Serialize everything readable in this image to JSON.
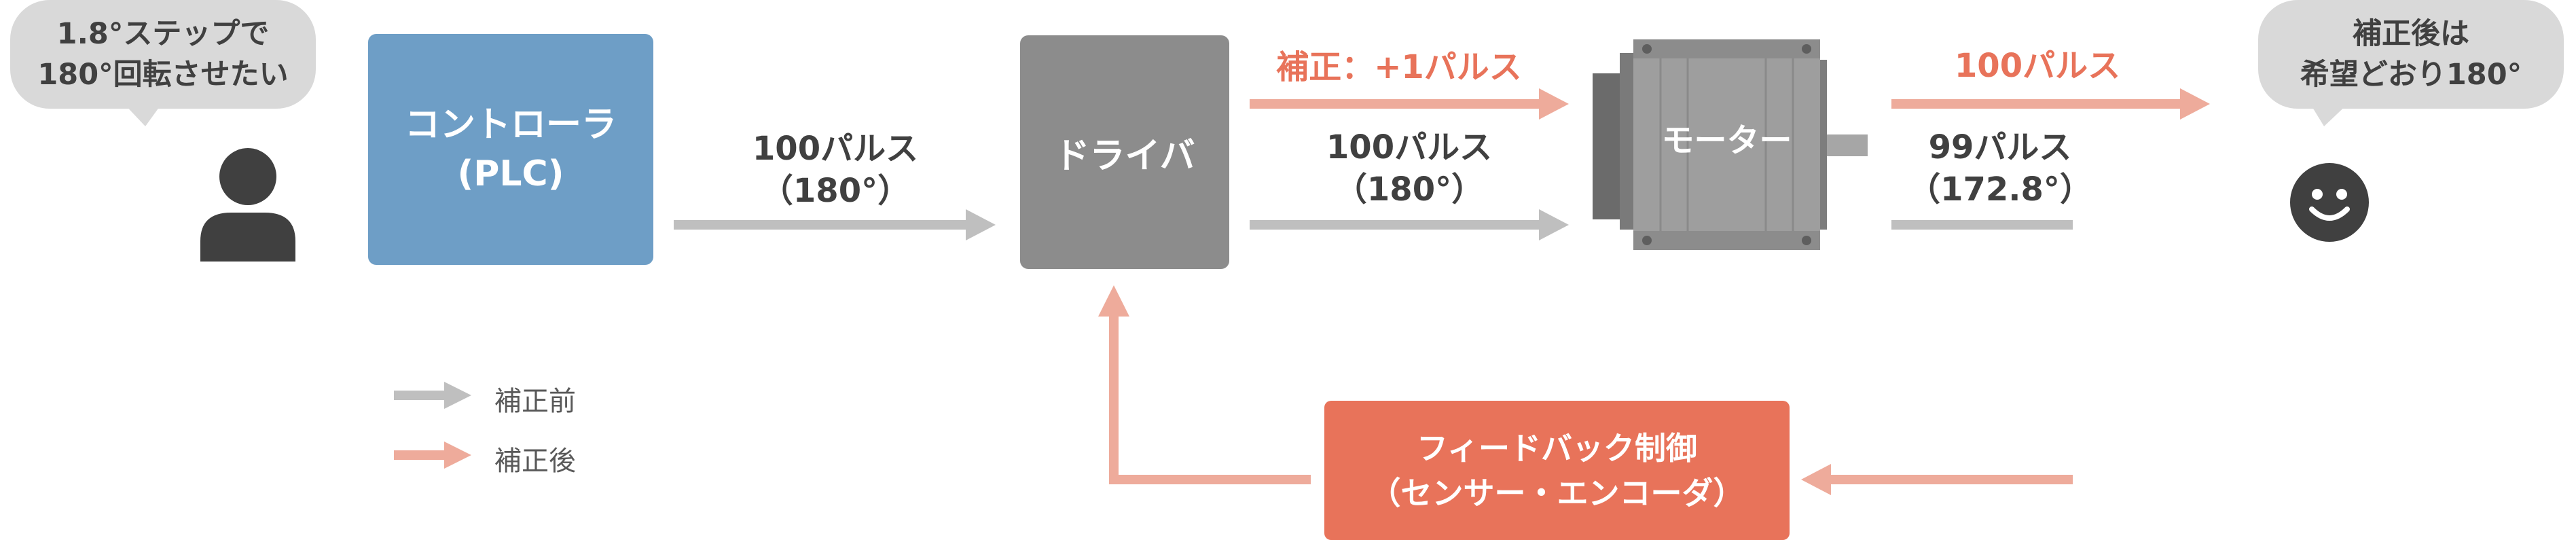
{
  "colors": {
    "gray_arrow": "#bfbfbf",
    "pink_arrow": "#eeab9b",
    "controller": "#6e9ec6",
    "driver": "#8c8c8c",
    "feedback": "#e8735a",
    "accent_text": "#e8735a",
    "dark_text": "#404040",
    "bubble": "#d9d9d9"
  },
  "bubble_left": {
    "line1": "1.8°ステップで",
    "line2": "180°回転させたい"
  },
  "bubble_right": {
    "line1": "補正後は",
    "line2": "希望どおり180°"
  },
  "controller": {
    "line1": "コントローラ",
    "line2": "(PLC)"
  },
  "driver": {
    "label": "ドライバ"
  },
  "motor": {
    "label": "モーター"
  },
  "feedback": {
    "line1": "フィードバック制御",
    "line2": "（センサー・エンコーダ）"
  },
  "labels": {
    "ctrl_to_driver": {
      "line1": "100パルス",
      "line2": "（180°）"
    },
    "driver_to_motor_before": {
      "line1": "100パルス",
      "line2": "（180°）"
    },
    "driver_to_motor_after": "補正：+1パルス",
    "motor_out_after": "100パルス",
    "motor_out_before": {
      "line1": "99パルス",
      "line2": "（172.8°）"
    }
  },
  "legend": {
    "before": "補正前",
    "after": "補正後"
  },
  "icons": {
    "user": "person-icon",
    "happy": "smiley-icon",
    "arrow": "arrow-right-icon"
  }
}
